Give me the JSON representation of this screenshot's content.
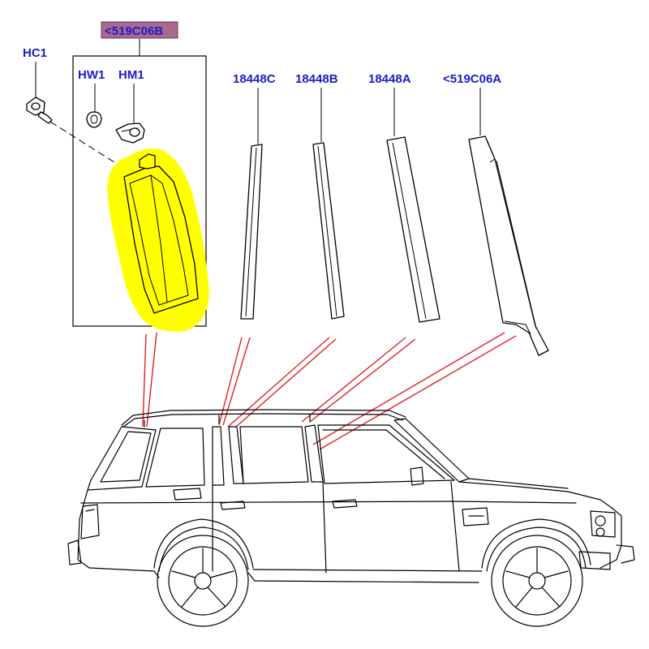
{
  "colors": {
    "label": "#1b1bcc",
    "highlight": "#ffff00",
    "callout_bg": "#a86a8e",
    "callout_line": "#e0202a",
    "line": "#000000"
  },
  "labels": {
    "group": "<519C06B",
    "hc1": "HC1",
    "hw1": "HW1",
    "hm1": "HM1",
    "p18448c": "18448C",
    "p18448b": "18448B",
    "p18448a": "18448A",
    "p519c06a": "<519C06A"
  }
}
